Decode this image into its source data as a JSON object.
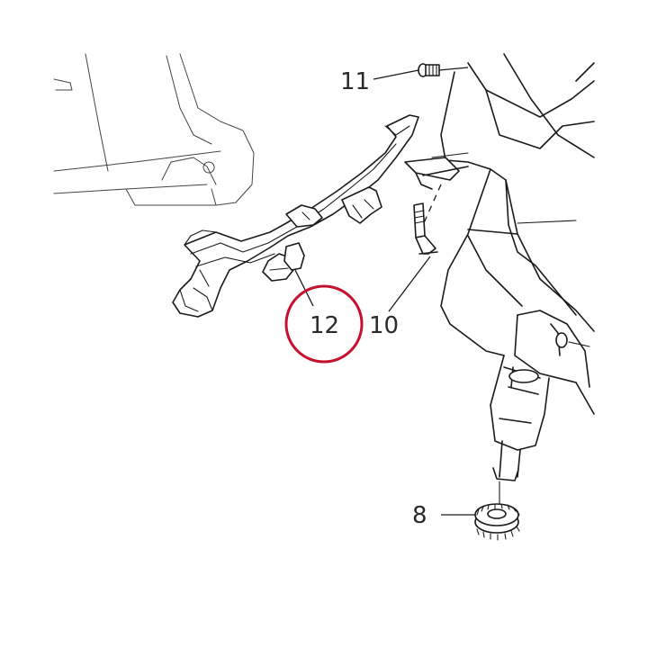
{
  "callouts": [
    {
      "id": "11",
      "label": "11"
    },
    {
      "id": "12",
      "label": "12"
    },
    {
      "id": "10",
      "label": "10"
    },
    {
      "id": "8",
      "label": "8"
    }
  ],
  "highlight": {
    "target": "12",
    "color": "#c8102e"
  },
  "colors": {
    "line": "#1a1a1a",
    "label": "#2a2a2a",
    "background": "#ffffff"
  }
}
